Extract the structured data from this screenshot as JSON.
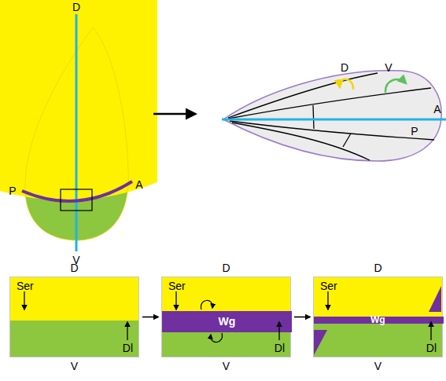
{
  "diagram": {
    "nodes": [
      {
        "text": [
          "D",
          "Ser",
          "Dl",
          "V"
        ]
      },
      {
        "text": [
          "D",
          "Ser",
          "Dl",
          "V"
        ]
      },
      {
        "text": [
          "Wg"
        ],
        "in": 1
      },
      {
        "text": [
          "D",
          "Ser",
          "Dl",
          "V"
        ]
      },
      {
        "text": [
          "Wg"
        ],
        "in": 3
      }
    ],
    "edges": [
      {
        "from": 0,
        "to": 1,
        "arrow": "to"
      },
      {
        "from": 1,
        "to": 3,
        "arrow": "to"
      }
    ],
    "labels": [
      "D",
      "P",
      "A",
      "V",
      "D",
      "V",
      "A",
      "P"
    ]
  }
}
